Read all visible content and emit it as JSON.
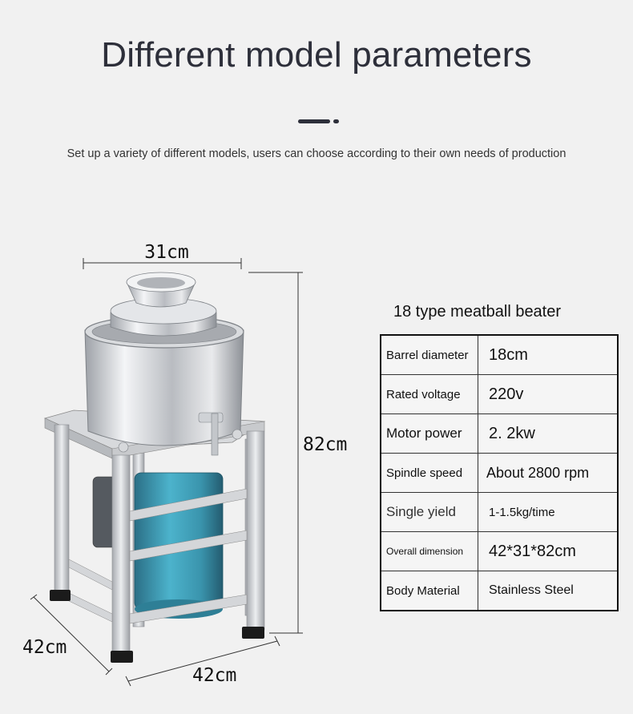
{
  "header": {
    "title": "Different model parameters",
    "subtitle": "Set up a variety of different models, users can choose according to their own needs of production"
  },
  "product": {
    "model_name": "18 type meatball beater",
    "dimensions": {
      "width_top": "31cm",
      "height": "82cm",
      "depth": "42cm",
      "width_bottom": "42cm"
    }
  },
  "specs": [
    {
      "label": "Barrel diameter",
      "value": "18cm"
    },
    {
      "label": "Rated voltage",
      "value": "220v"
    },
    {
      "label": "Motor power",
      "value": "2. 2kw"
    },
    {
      "label": "Spindle speed",
      "value": "About 2800 rpm"
    },
    {
      "label": "Single yield",
      "value": "1-1.5kg/time"
    },
    {
      "label": "Overall dimension",
      "value": "42*31*82cm"
    },
    {
      "label": "Body Material",
      "value": "Stainless Steel"
    }
  ],
  "colors": {
    "title": "#2d2f3a",
    "steel": "#c9ccd1",
    "motor": "#3fa0b8",
    "background": "#f1f1f1"
  }
}
